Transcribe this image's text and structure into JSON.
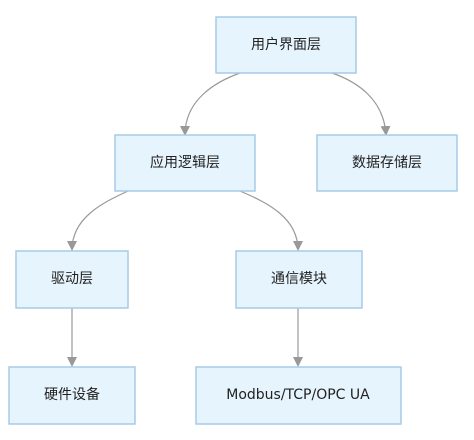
{
  "nodes": {
    "ui_layer": "用户界面层",
    "app_logic_layer": "应用逻辑层",
    "data_storage_layer": "数据存储层",
    "driver_layer": "驱动层",
    "communication_module": "通信模块",
    "hardware_device": "硬件设备",
    "protocols": "Modbus/TCP/OPC UA"
  },
  "edges": [
    {
      "from": "ui_layer",
      "to": "app_logic_layer"
    },
    {
      "from": "ui_layer",
      "to": "data_storage_layer"
    },
    {
      "from": "app_logic_layer",
      "to": "driver_layer"
    },
    {
      "from": "app_logic_layer",
      "to": "communication_module"
    },
    {
      "from": "driver_layer",
      "to": "hardware_device"
    },
    {
      "from": "communication_module",
      "to": "protocols"
    }
  ],
  "colors": {
    "node_fill": "#e6f4fd",
    "node_border": "#a7cbe6",
    "edge": "#999999",
    "text": "#222222"
  }
}
